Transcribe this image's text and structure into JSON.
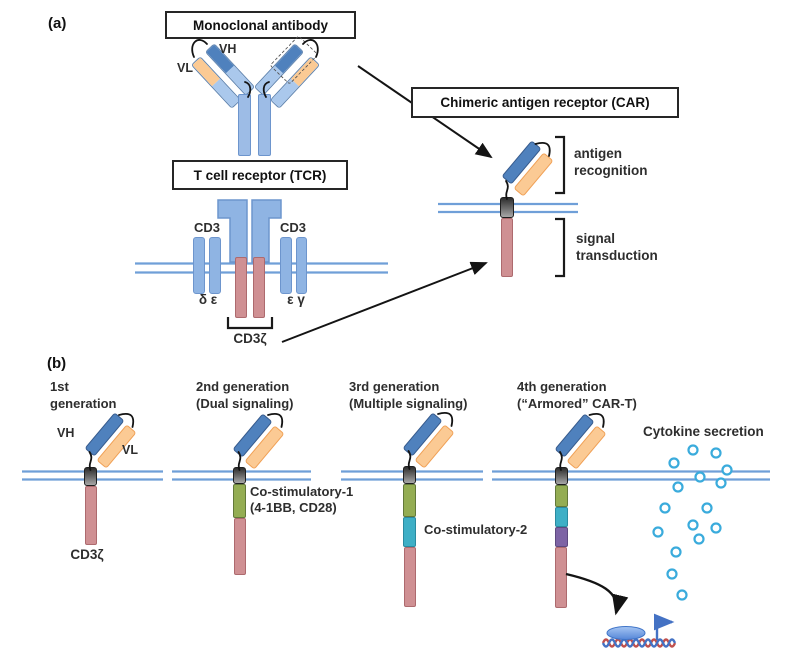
{
  "a": {
    "panel_label": "(a)",
    "antibody_title": "Monoclonal antibody",
    "vh": "VH",
    "vl": "VL",
    "tcr_title": "T cell receptor (TCR)",
    "cd3_left": "CD3",
    "cd3_right": "CD3",
    "delta_epsilon": "δ ε",
    "epsilon_gamma": "ε γ",
    "cd3zeta": "CD3ζ",
    "car_title": "Chimeric antigen receptor (CAR)",
    "antigen_line1": "antigen",
    "antigen_line2": "recognition",
    "signal_line1": "signal",
    "signal_line2": "transduction"
  },
  "b": {
    "panel_label": "(b)",
    "generations": [
      {
        "line1": "1st",
        "line2": "generation"
      },
      {
        "line1": "2nd generation",
        "line2": "(Dual signaling)"
      },
      {
        "line1": "3rd generation",
        "line2": "(Multiple signaling)"
      },
      {
        "line1": "4th generation",
        "line2": "(“Armored” CAR-T)"
      }
    ],
    "vh": "VH",
    "vl": "VL",
    "cd3zeta": "CD3ζ",
    "costim1_line1": "Co-stimulatory-1",
    "costim1_line2": "(4-1BB, CD28)",
    "costim2": "Co-stimulatory-2",
    "cytokine": "Cytokine secretion"
  },
  "colors": {
    "heavy_chain_blue": "#4f81bd",
    "light_chain_blue": "#aac8ec",
    "vl_orange": "#fbca94",
    "signal_pink": "#cf9093",
    "costim1_green": "#94ad53",
    "costim2_teal": "#3eafc6",
    "armored_purple": "#7d64a5",
    "membrane_blue": "#6f9fd8",
    "cytokine_cyan": "#3aabdc",
    "transmembrane_gray": "#6e6e6e"
  }
}
